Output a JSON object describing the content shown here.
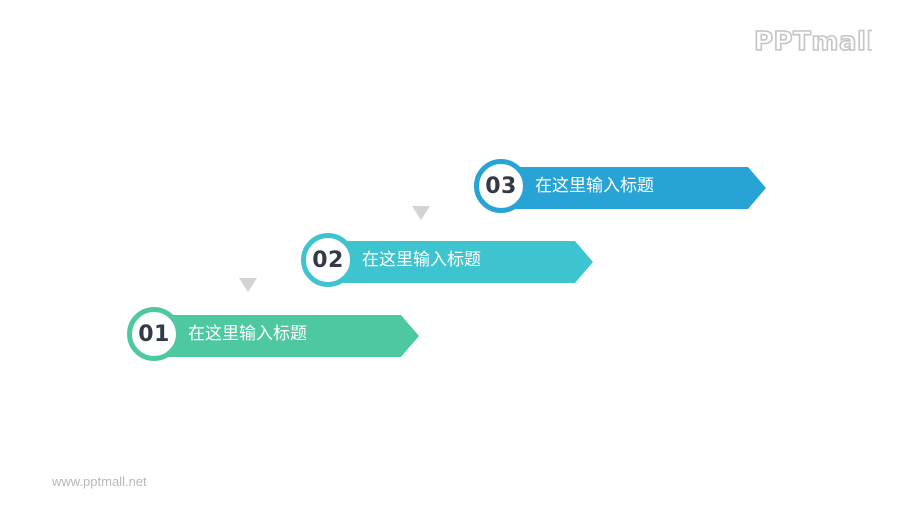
{
  "logo": {
    "text": "PPTmall"
  },
  "footer": {
    "url": "www.pptmall.net"
  },
  "steps": [
    {
      "number": "01",
      "title": "在这里输入标题",
      "color": "#4dc8a0"
    },
    {
      "number": "02",
      "title": "在这里输入标题",
      "color": "#3ec4cf"
    },
    {
      "number": "03",
      "title": "在这里输入标题",
      "color": "#27a3d6"
    }
  ],
  "colors": {
    "connector_triangle": "#d3d3d3",
    "badge_text": "#333a45"
  }
}
